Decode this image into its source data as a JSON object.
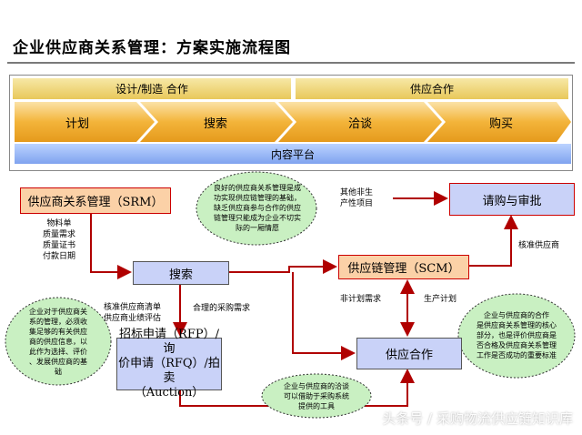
{
  "title": "企业供应商关系管理：方案实施流程图",
  "band": {
    "header_left": "设计/制造 合作",
    "header_right": "供应合作",
    "stages": [
      "计划",
      "搜索",
      "洽谈",
      "购买"
    ],
    "platform": "内容平台"
  },
  "nodes": {
    "srm": "供应商关系管理（SRM）",
    "purchase_approval": "请购与审批",
    "search": "搜索",
    "scm": "供应链管理（SCM）",
    "tender_line1": "招标申请（RFP）/询",
    "tender_line2": "价申请（RFQ）/拍卖",
    "tender_line3": "（Auction）",
    "supply_coop": "供应合作"
  },
  "labels": {
    "srm_items": [
      "物料单",
      "质量需求",
      "质量证书",
      "付款日期"
    ],
    "other_nonprod": [
      "其他非生",
      "产性项目"
    ],
    "approved_supplier": "核准供应商",
    "approved_list": [
      "核准供应商清单",
      "供应商业绩评估"
    ],
    "reasonable_need": "合理的采购需求",
    "nonplan_need": "非计划需求",
    "prod_plan": "生产计划"
  },
  "clouds": {
    "top": [
      "良好的供应商关系管理是成",
      "功实现供应链管理的基础，",
      "缺乏供应商参与合作的供应",
      "链管理只能成为企业不切实",
      "际的一厢情愿"
    ],
    "left": [
      "企业对于供应商关",
      "系的管理，必须收",
      "集足够的有关供应",
      "商的供应信息，以",
      "此作为选择、评价",
      "、发展供应商的基",
      "础"
    ],
    "right": [
      "企业与供应商的合作",
      "是供应商关系管理的核心",
      "部分，也是评价供应商是",
      "否合格及供应商关系管理",
      "工作是否成功的重要标准"
    ],
    "bottom": [
      "企业与供应商的洽谈",
      "可以借助于采购系统",
      "提供的工具"
    ]
  },
  "watermark": "头条号 / 采购物流供应链知识库",
  "colors": {
    "stage_yellow": "#f3b43a",
    "platform_blue": "#7fa3ef",
    "node_blue": "#c9d2f8",
    "node_orange": "#fbd1a7",
    "cloud_green": "#c9f0c2",
    "arrow_red": "#b00000"
  }
}
